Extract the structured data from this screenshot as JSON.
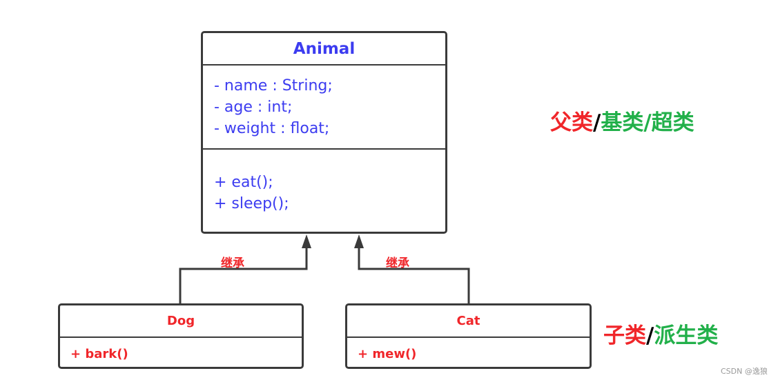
{
  "parent_class": {
    "name": "Animal",
    "attributes": [
      "- name : String;",
      "- age : int;",
      "- weight : float;"
    ],
    "methods": [
      "+ eat();",
      "+ sleep();"
    ]
  },
  "child_classes": [
    {
      "name": "Dog",
      "methods": [
        "+ bark()"
      ]
    },
    {
      "name": "Cat",
      "methods": [
        "+ mew()"
      ]
    }
  ],
  "relation_labels": [
    "继承",
    "继承"
  ],
  "parent_caption": {
    "part1": "父类",
    "sep1": "/",
    "part2": "基类",
    "sep2": "/",
    "part3": "超类"
  },
  "child_caption": {
    "part1": "子类",
    "sep1": "/",
    "part2": "派生类"
  },
  "watermark": "CSDN @逸狼",
  "colors": {
    "parent_text": "#3c3cf0",
    "child_text": "#f0262a",
    "green": "#22b04a",
    "border": "#3a3a3a"
  }
}
